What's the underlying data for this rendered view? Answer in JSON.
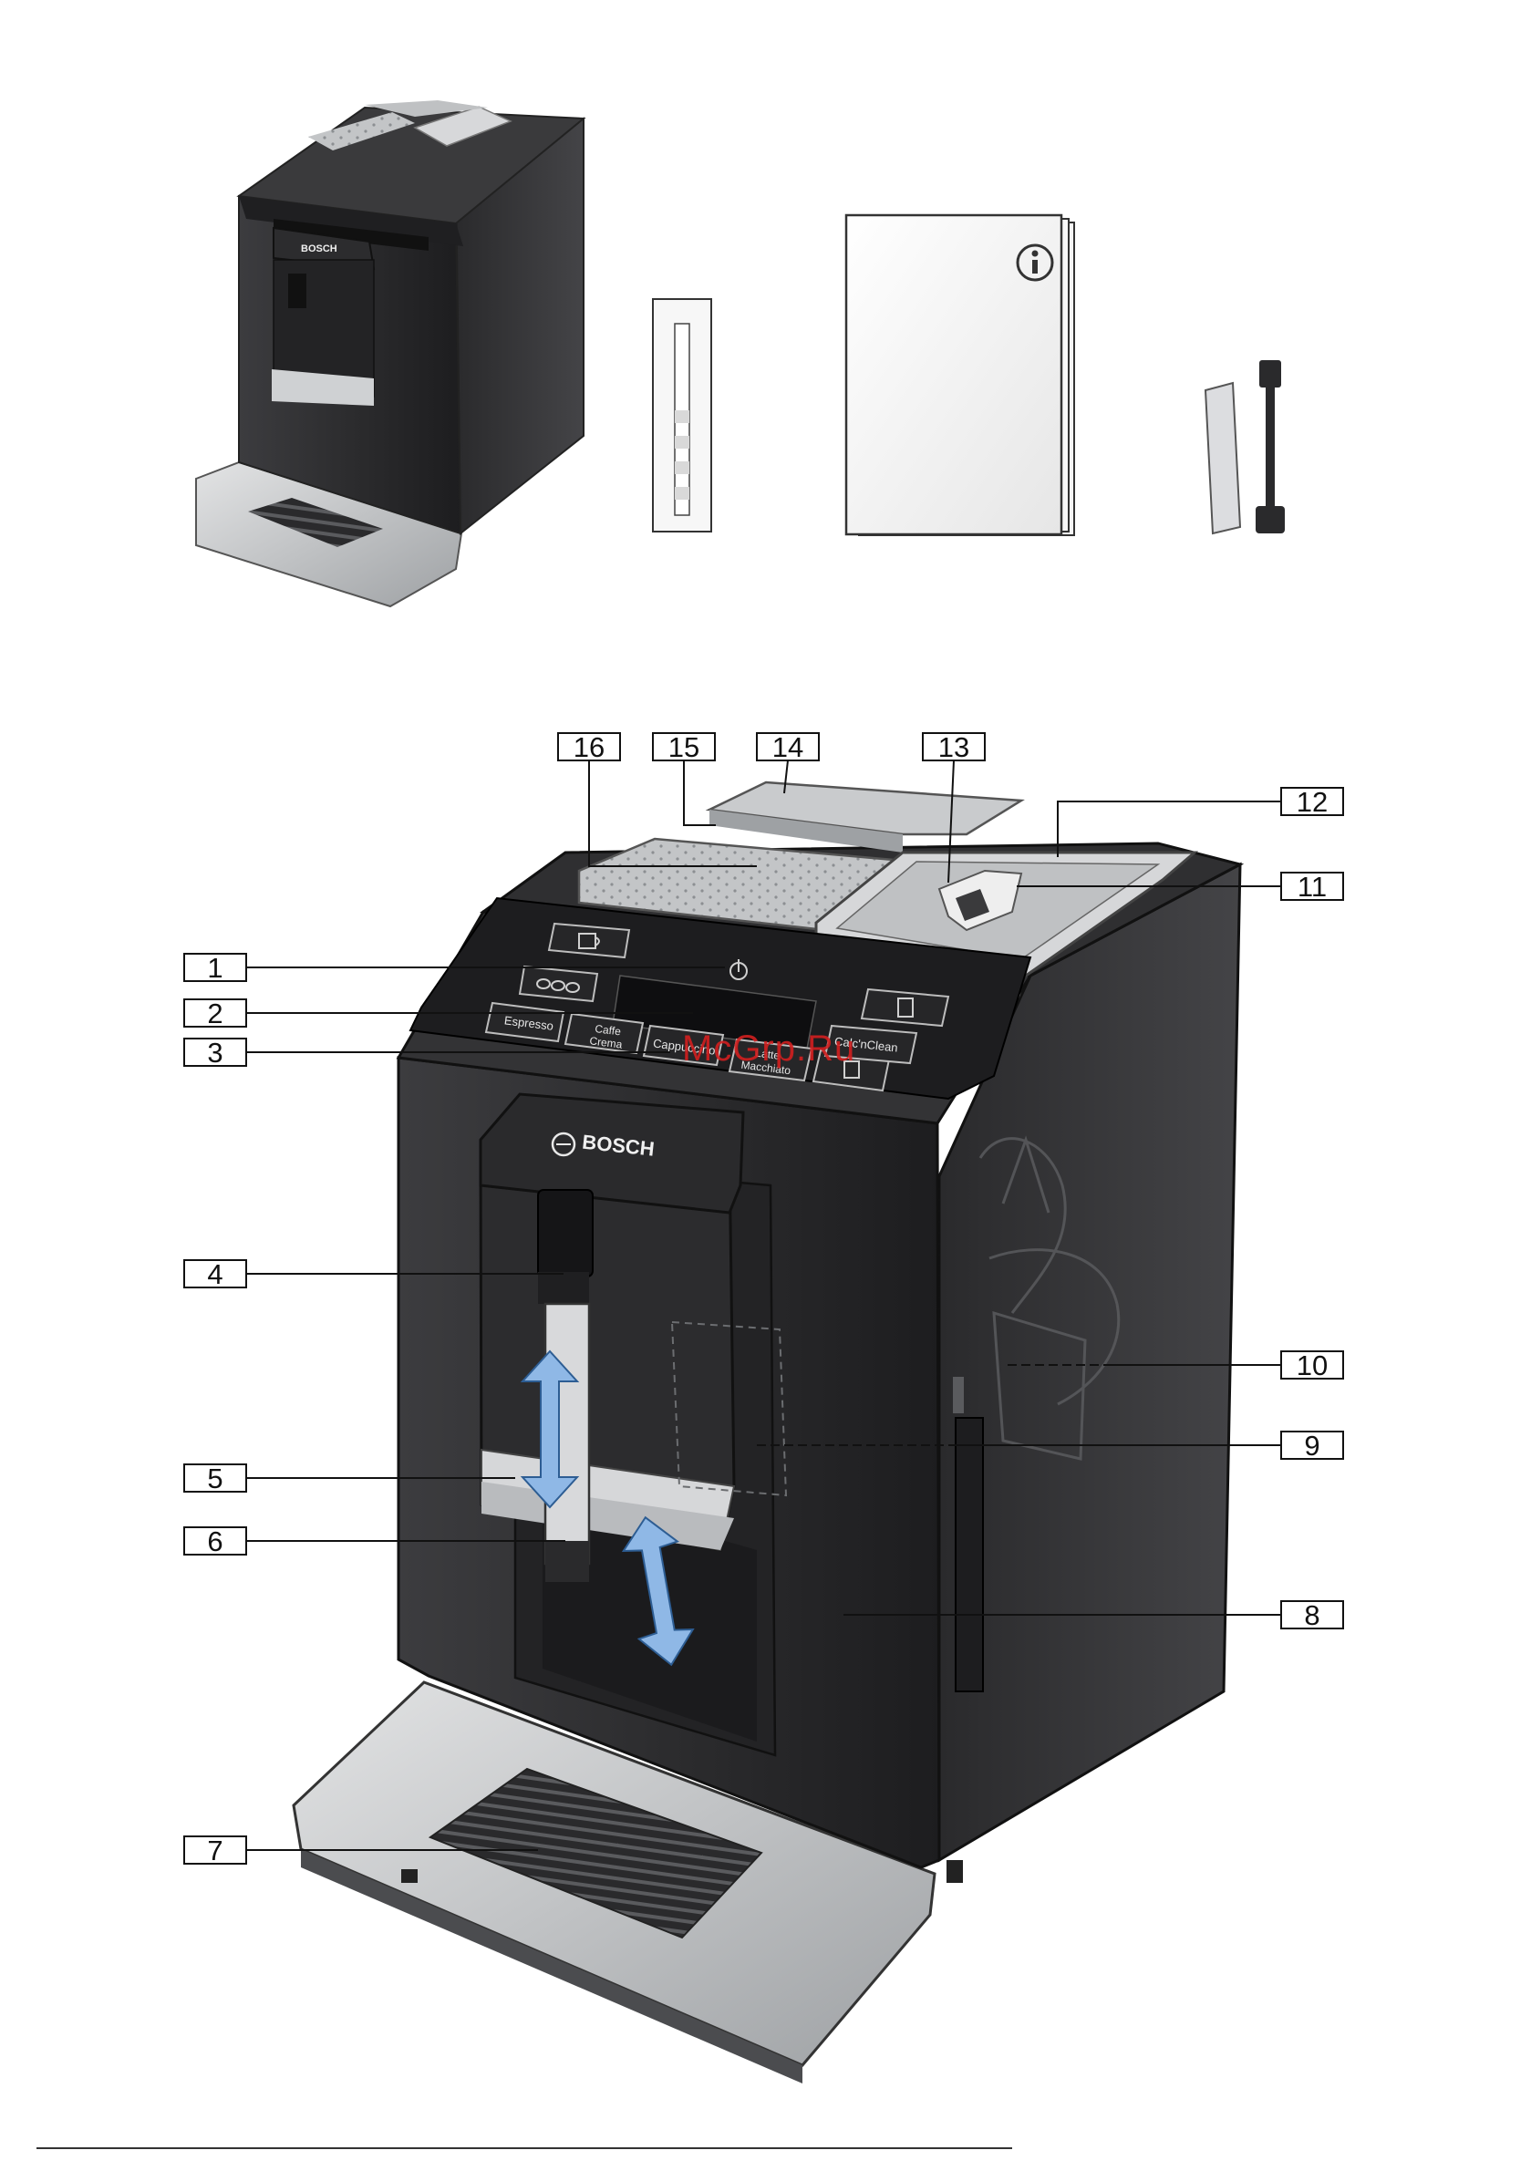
{
  "machine": {
    "brand": "BOSCH",
    "buttons": {
      "espresso": "Espresso",
      "caffe_crema_line1": "Caffe",
      "caffe_crema_line2": "Crema",
      "cappuccino": "Cappuccino",
      "latte_line1": "Latte",
      "latte_line2": "Macchiato",
      "calc_n_clean": "Calc'nClean"
    },
    "small_brand": "BOSCH"
  },
  "callouts": [
    "1",
    "2",
    "3",
    "4",
    "5",
    "6",
    "7",
    "8",
    "9",
    "10",
    "11",
    "12",
    "13",
    "14",
    "15",
    "16"
  ],
  "watermark": "McGrp.Ru",
  "colors": {
    "body": "#2b2b2d",
    "body_light": "#4a4a4d",
    "steel": "#c9cbcd",
    "steel_dark": "#8d9093",
    "arrow": "#8fb8e6",
    "watermark": "#d21f1f"
  }
}
